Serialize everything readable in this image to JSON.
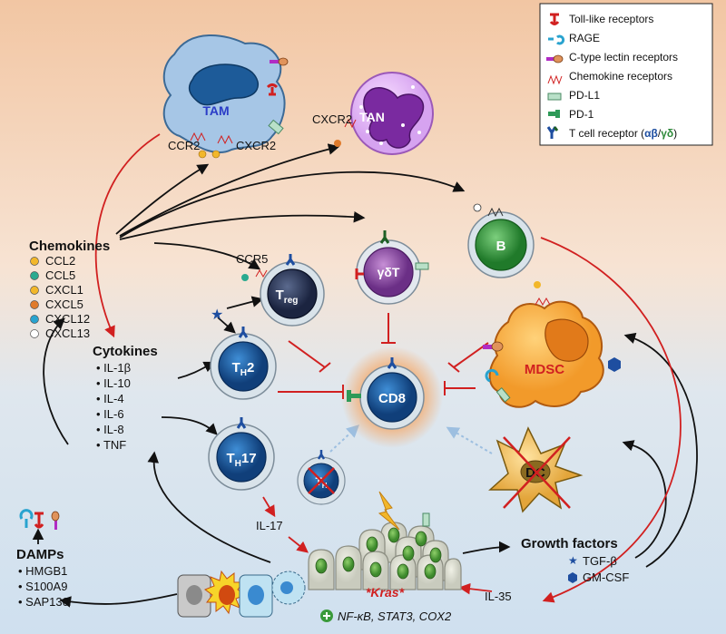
{
  "legend": {
    "items": [
      {
        "label": "Toll-like receptors",
        "icon": "tlr-icon"
      },
      {
        "label": "RAGE",
        "icon": "rage-icon"
      },
      {
        "label": "C-type lectin receptors",
        "icon": "ctype-lectin-icon"
      },
      {
        "label": "Chemokine receptors",
        "icon": "chemokine-receptor-icon"
      },
      {
        "label": "PD-L1",
        "icon": "pdl1-icon"
      },
      {
        "label": "PD-1",
        "icon": "pd1-icon"
      }
    ],
    "tcr_label": "T cell receptor (",
    "tcr_ab": "αβ",
    "tcr_slash": "/",
    "tcr_gd": "γδ",
    "tcr_close": ")"
  },
  "cells": {
    "tam": "TAM",
    "tan": "TAN",
    "b": "B",
    "gdt": "γδT",
    "treg_main": "T",
    "treg_sub": "reg",
    "th2_main": "T",
    "th2_sub": "H",
    "th2_tail": "2",
    "th17_main": "T",
    "th17_sub": "H",
    "th17_tail": "17",
    "th_main": "T",
    "th_sub": "H",
    "cd8": "CD8",
    "mdsc": "MDSC",
    "dc": "DC",
    "kras": "*Kras*"
  },
  "receptor_labels": {
    "ccr2": "CCR2",
    "cxcr2_tam": "CXCR2",
    "cxcr2_tan": "CXCR2",
    "ccr5": "CCR5"
  },
  "chemokines": {
    "title": "Chemokines",
    "items": [
      {
        "label": "CCL2",
        "color": "#f2b72a"
      },
      {
        "label": "CCL5",
        "color": "#2aaa8f"
      },
      {
        "label": "CXCL1",
        "color": "#f2b72a"
      },
      {
        "label": "CXCL5",
        "color": "#e07b2b"
      },
      {
        "label": "CXCL12",
        "color": "#29a3cf"
      },
      {
        "label": "CXCL13",
        "color": "#ffffff"
      }
    ]
  },
  "cytokines": {
    "title": "Cytokines",
    "items": [
      "IL-1β",
      "IL-10",
      "IL-4",
      "IL-6",
      "IL-8",
      "TNF"
    ]
  },
  "damps": {
    "title": "DAMPs",
    "items": [
      "HMGB1",
      "S100A9",
      "SAP130"
    ]
  },
  "growth_factors": {
    "title": "Growth factors",
    "items": [
      {
        "label": "TGF-β",
        "icon": "star-icon"
      },
      {
        "label": "GM-CSF",
        "icon": "hexagon-icon"
      }
    ]
  },
  "il17": "IL-17",
  "il35": "IL-35",
  "bottom_note": "NF-κB, STAT3, COX2"
}
